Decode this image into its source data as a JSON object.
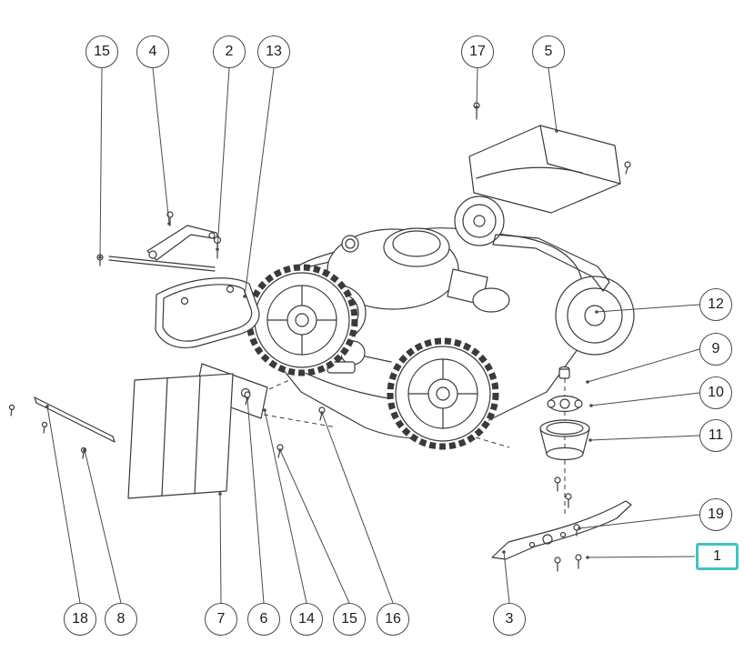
{
  "diagram": {
    "type": "exploded-parts-diagram",
    "subject": "lawn-mower",
    "colors": {
      "highlight": "#3fc4c4",
      "line": "#3a3a3a",
      "background": "#ffffff"
    },
    "callouts": [
      {
        "id": "callout-15-top",
        "label": "15",
        "highlighted": false
      },
      {
        "id": "callout-4",
        "label": "4",
        "highlighted": false
      },
      {
        "id": "callout-2",
        "label": "2",
        "highlighted": false
      },
      {
        "id": "callout-13",
        "label": "13",
        "highlighted": false
      },
      {
        "id": "callout-17",
        "label": "17",
        "highlighted": false
      },
      {
        "id": "callout-5",
        "label": "5",
        "highlighted": false
      },
      {
        "id": "callout-12",
        "label": "12",
        "highlighted": false
      },
      {
        "id": "callout-9",
        "label": "9",
        "highlighted": false
      },
      {
        "id": "callout-10",
        "label": "10",
        "highlighted": false
      },
      {
        "id": "callout-11",
        "label": "11",
        "highlighted": false
      },
      {
        "id": "callout-19",
        "label": "19",
        "highlighted": false
      },
      {
        "id": "callout-1",
        "label": "1",
        "highlighted": true
      },
      {
        "id": "callout-18",
        "label": "18",
        "highlighted": false
      },
      {
        "id": "callout-8",
        "label": "8",
        "highlighted": false
      },
      {
        "id": "callout-7",
        "label": "7",
        "highlighted": false
      },
      {
        "id": "callout-6",
        "label": "6",
        "highlighted": false
      },
      {
        "id": "callout-14",
        "label": "14",
        "highlighted": false
      },
      {
        "id": "callout-15-bottom",
        "label": "15",
        "highlighted": false
      },
      {
        "id": "callout-16",
        "label": "16",
        "highlighted": false
      },
      {
        "id": "callout-3",
        "label": "3",
        "highlighted": false
      }
    ]
  }
}
